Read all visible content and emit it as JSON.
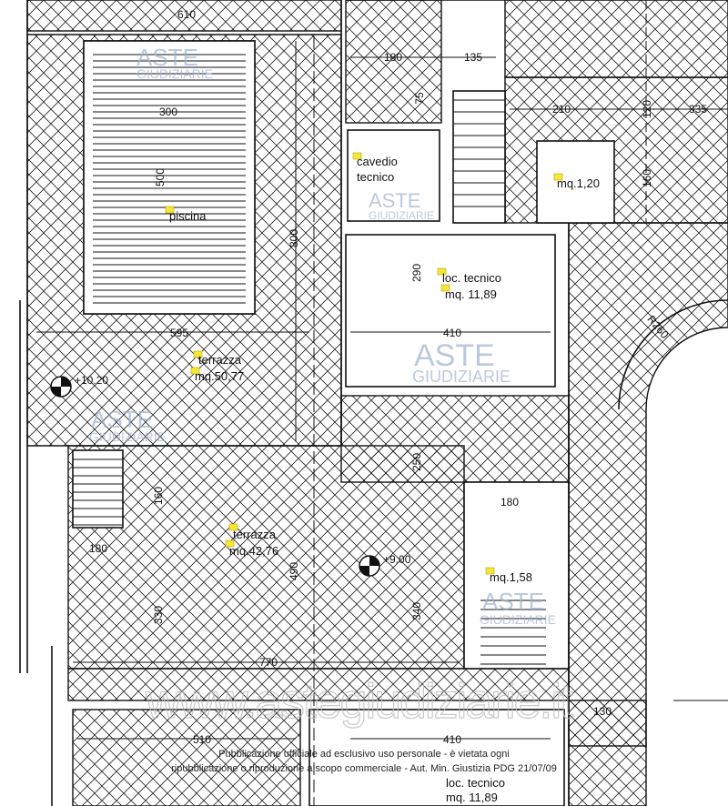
{
  "plan": {
    "dimensions": [
      "610",
      "180",
      "135",
      "75",
      "210",
      "120",
      "335",
      "160",
      "300",
      "500",
      "800",
      "290",
      "410",
      "595",
      "250",
      "180",
      "160",
      "180",
      "490",
      "330",
      "340",
      "770",
      "510",
      "410",
      "130",
      "R260"
    ],
    "rooms": {
      "cavedio": [
        "cavedio",
        "tecnico"
      ],
      "piscina": "piscina",
      "wc_top_area": "mq.1,20",
      "loc_tecnico": [
        "loc. tecnico",
        "mq. 11,89"
      ],
      "terrazza1": [
        "terrazza",
        "mq.50,77"
      ],
      "terrazza2": [
        "terrazza",
        "mq.42,76"
      ],
      "small_room": "mq.1,58",
      "loc_tecnico_bottom": [
        "loc. tecnico",
        "mq. 11,89"
      ]
    },
    "levels": [
      "+10.20",
      "+9.00"
    ],
    "watermark": {
      "line1": "ASTE",
      "line2": "GIUDIZIARIE",
      "site": "www.astegiudiziarie.it"
    },
    "notice": [
      "Pubblicazione ufficiale ad esclusivo uso personale - è vietata ogni",
      "ripubblicazione o riproduzione a scopo commerciale - Aut. Min. Giustizia PDG 21/07/09"
    ]
  }
}
